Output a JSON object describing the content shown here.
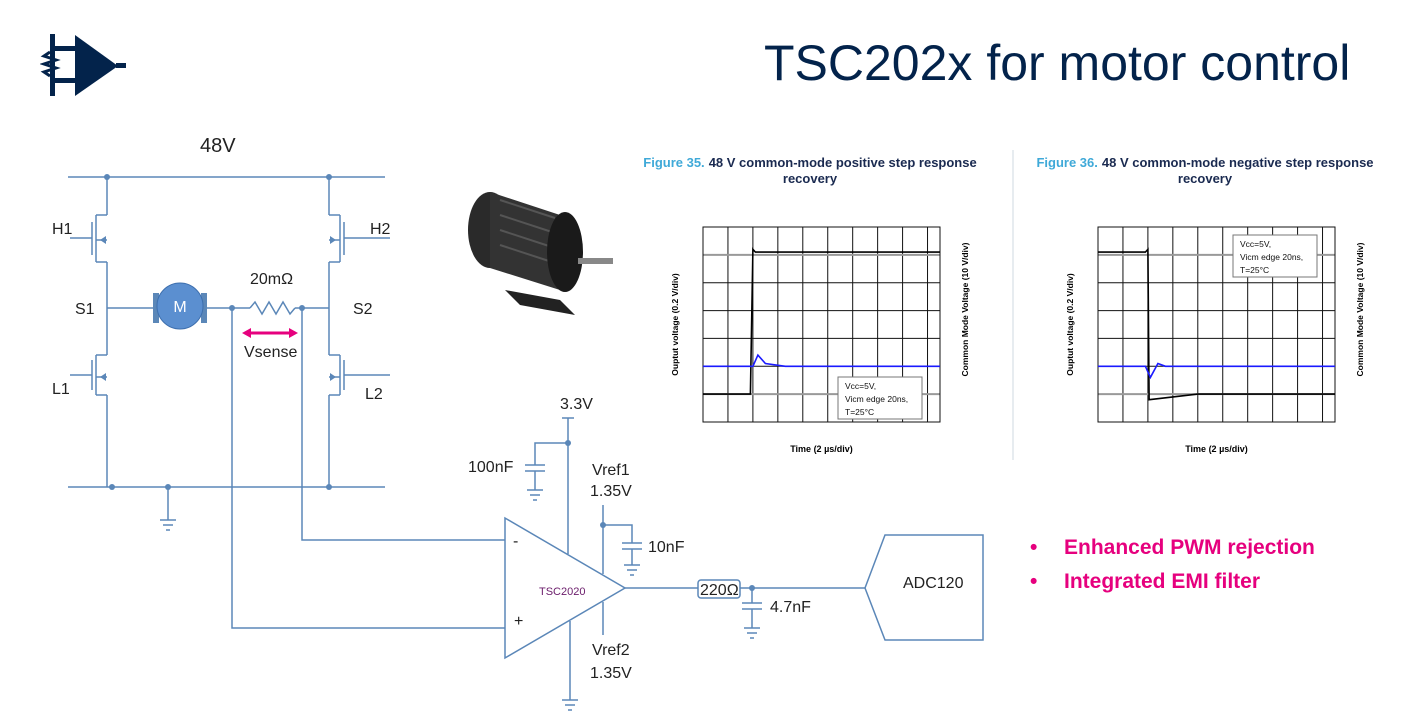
{
  "slide": {
    "title": "TSC202x for motor control",
    "brand_color": "#03234b",
    "accent_color": "#e6007e",
    "bullets": [
      "Enhanced PWM rejection",
      "Integrated EMI filter"
    ]
  },
  "schematic": {
    "supply": "48V",
    "high_side_left": "H1",
    "high_side_right": "H2",
    "node_left": "S1",
    "node_right": "S2",
    "low_side_left": "L1",
    "low_side_right": "L2",
    "motor": "M",
    "shunt": "20mΩ",
    "sense": "Vsense",
    "vcc": "3.3V",
    "decoupling_cap": "100nF",
    "vref1_label": "Vref1",
    "vref1_value": "1.35V",
    "vref1_cap": "10nF",
    "vref2_label": "Vref2",
    "vref2_value": "1.35V",
    "amp": "TSC2020",
    "minus": "-",
    "plus": "+",
    "filter_r": "220Ω",
    "filter_c": "4.7nF",
    "adc": "ADC120"
  },
  "chart_data": [
    {
      "type": "line",
      "figure_label": "Figure 35.",
      "title": "48 V common-mode positive step response recovery",
      "xlabel": "Time (2 µs/div)",
      "ylabel_left": "Ouptut voltage (0.2 V/div)",
      "ylabel_right": "Common Mode Voltage (10 V/div)",
      "annotation": [
        "Vcc=5V,",
        "Vicm edge 20ns,",
        "T=25°C"
      ],
      "x_divisions": 9.5,
      "y_divisions": 7,
      "series": [
        {
          "name": "Common mode voltage",
          "color": "#000000",
          "x": [
            0,
            1.9,
            2.0,
            2.1,
            9.5
          ],
          "y": [
            1.0,
            1.0,
            6.2,
            6.1,
            6.1
          ]
        },
        {
          "name": "Output voltage",
          "color": "#1a1aff",
          "x": [
            0,
            2.0,
            2.2,
            2.5,
            3.3,
            9.5
          ],
          "y": [
            2.0,
            2.0,
            2.4,
            2.1,
            2.0,
            2.0
          ]
        }
      ]
    },
    {
      "type": "line",
      "figure_label": "Figure 36.",
      "title": "48 V common-mode negative step response recovery",
      "xlabel": "Time (2 µs/div)",
      "ylabel_left": "Ouptut voltage (0.2 V/div)",
      "ylabel_right": "Common Mode Voltage (10 V/div)",
      "annotation": [
        "Vcc=5V,",
        "Vicm edge 20ns,",
        "T=25°C"
      ],
      "x_divisions": 9.5,
      "y_divisions": 7,
      "series": [
        {
          "name": "Common mode voltage",
          "color": "#000000",
          "x": [
            0,
            1.9,
            2.0,
            2.05,
            4.0,
            9.5
          ],
          "y": [
            6.1,
            6.1,
            6.2,
            0.8,
            1.0,
            1.0
          ]
        },
        {
          "name": "Output voltage",
          "color": "#1a1aff",
          "x": [
            0,
            1.9,
            2.1,
            2.4,
            2.7,
            9.5
          ],
          "y": [
            2.0,
            2.0,
            1.6,
            2.1,
            2.0,
            2.0
          ]
        }
      ]
    }
  ]
}
